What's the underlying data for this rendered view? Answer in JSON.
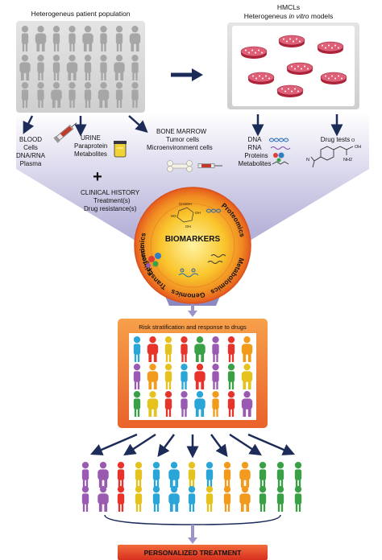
{
  "patients": {
    "title": "Heterogeneus patient population"
  },
  "hmcl": {
    "title": "HMCLs",
    "subtitle_prefix": "Heterogeneus ",
    "subtitle_italic": "in vitro",
    "subtitle_suffix": " models"
  },
  "samples": {
    "blood": [
      "BLOOD",
      "Cells",
      "DNA/RNA",
      "Plasma"
    ],
    "urine": [
      "URINE",
      "Paraprotein",
      "Metabolites"
    ],
    "marrow": [
      "BONE MARROW",
      "Tumor cells",
      "Microenvironment cells"
    ],
    "history": [
      "CLINICAL HISTORY",
      "Treatment(s)",
      "Drug resistance(s)"
    ],
    "molecules": [
      "DNA",
      "RNA",
      "Proteins",
      "Metabolites"
    ],
    "drug_tests": "Drug tests",
    "plus": "+"
  },
  "biomarkers": {
    "center": "BIOMARKERS",
    "ring": [
      "Metabolomics",
      "Genomics",
      "Transcriptomics",
      "Epigenomics",
      "Proteomics"
    ],
    "chem_labels": [
      "CH2OH",
      "HO",
      "OH",
      "OH"
    ]
  },
  "risk": {
    "title": "Risk stratification and response to drugs"
  },
  "treatment": {
    "label": "PERSONALIZED TREATMENT"
  },
  "drug_molecule": {
    "labels": [
      "N",
      "NH2",
      "OH",
      "O"
    ]
  },
  "colors": {
    "funnel": "#9a95c8",
    "arrow": "#1d2b59",
    "person_gray": "#a6a6a6",
    "risk_frame": "#f07a2a",
    "treatment_bar": "#e9432a",
    "palette": [
      "#2aa5d8",
      "#e6c21f",
      "#9b5ab1",
      "#e8332a",
      "#3aa046",
      "#f29a1c"
    ]
  }
}
